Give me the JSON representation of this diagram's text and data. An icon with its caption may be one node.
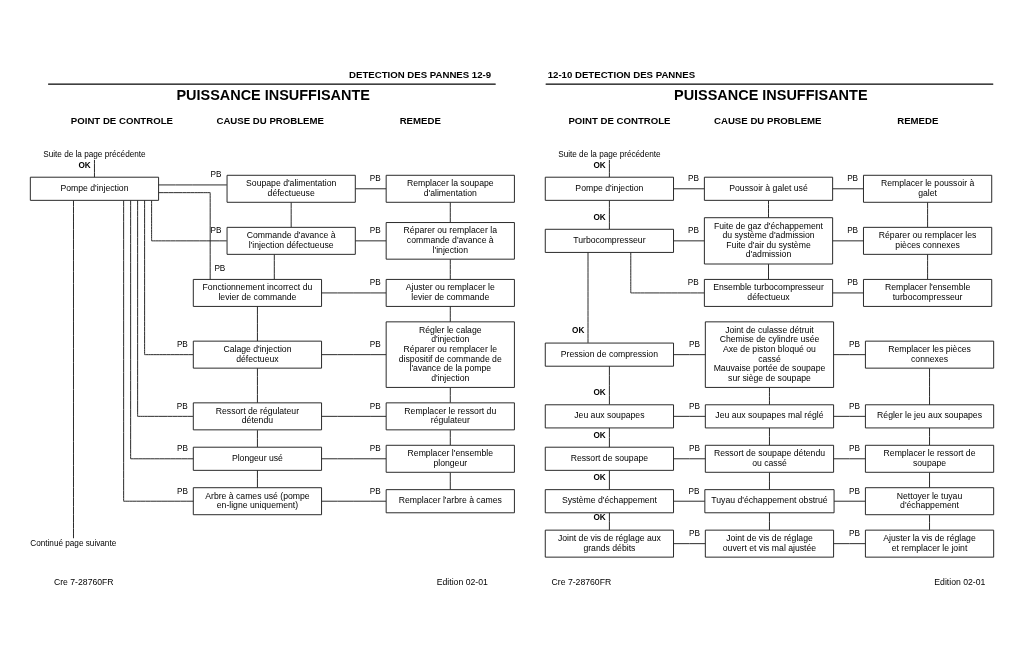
{
  "diagram": {
    "nodes": [
      {
        "text": [
          "Suite de la page précédente"
        ]
      },
      {
        "text": [
          "Pompe d'injection"
        ]
      },
      {
        "text": [
          "Soupape d'alimentation défectueuse"
        ]
      },
      {
        "text": [
          "Remplacer la soupape d'alimentation"
        ]
      },
      {
        "text": [
          "Commande d'avance à l'injection défectueuse"
        ]
      },
      {
        "text": [
          "Réparer ou remplacer la commande d'avance à l'injection"
        ]
      },
      {
        "text": [
          "Fonctionnement incorrect du levier de commande"
        ]
      },
      {
        "text": [
          "Ajuster ou remplacer le levier de commande"
        ]
      },
      {
        "text": [
          "Calage d'injection défectueux"
        ]
      },
      {
        "text": [
          "Régler le calage d'injection",
          "Réparer ou remplacer le dispositif de commande de l'avance de la pompe d'injection"
        ]
      },
      {
        "text": [
          "Ressort de régulateur détendu"
        ]
      },
      {
        "text": [
          "Remplacer le ressort du régulateur"
        ]
      },
      {
        "text": [
          "Plongeur usé"
        ]
      },
      {
        "text": [
          "Remplacer l'ensemble plongeur"
        ]
      },
      {
        "text": [
          "Arbre à cames usé (pompe en-ligne uniquement)"
        ]
      },
      {
        "text": [
          "Remplacer l'arbre à cames"
        ]
      },
      {
        "text": [
          "Continué page suivante"
        ]
      },
      {
        "text": [
          "Suite de la page précédente"
        ]
      },
      {
        "text": [
          "Pompe d'injection"
        ]
      },
      {
        "text": [
          "Poussoir à galet usé"
        ]
      },
      {
        "text": [
          "Remplacer le poussoir à galet"
        ]
      },
      {
        "text": [
          "Turbocompresseur"
        ]
      },
      {
        "text": [
          "Fuite de gaz d'échappement du système d'admission",
          "Fuite d'air du système d'admission"
        ]
      },
      {
        "text": [
          "Réparer ou remplacer les pièces connexes"
        ]
      },
      {
        "text": [
          "Ensemble turbocompresseur défectueux"
        ]
      },
      {
        "text": [
          "Remplacer l'ensemble turbocompresseur"
        ]
      },
      {
        "text": [
          "Pression de compression"
        ]
      },
      {
        "text": [
          "Joint de culasse détruit",
          "Chemise de cylindre usée",
          "Axe de piston bloqué ou cassé",
          "Mauvaise portée de soupape sur siège de soupape"
        ]
      },
      {
        "text": [
          "Remplacer les pièces connexes"
        ]
      },
      {
        "text": [
          "Jeu aux soupapes"
        ]
      },
      {
        "text": [
          "Jeu aux soupapes mal réglé"
        ]
      },
      {
        "text": [
          "Régler le jeu aux soupapes"
        ]
      },
      {
        "text": [
          "Ressort de soupape"
        ]
      },
      {
        "text": [
          "Ressort de soupape détendu ou cassé"
        ]
      },
      {
        "text": [
          "Remplacer le ressort de soupape"
        ]
      },
      {
        "text": [
          "Système d'échappement"
        ]
      },
      {
        "text": [
          "Tuyau d'échappement obstrué"
        ]
      },
      {
        "text": [
          "Nettoyer le tuyau d'échappement"
        ]
      },
      {
        "text": [
          "Joint de vis de réglage aux grands débits"
        ]
      },
      {
        "text": [
          "Joint de vis de réglage ouvert et vis mal ajustée"
        ]
      },
      {
        "text": [
          "Ajuster la vis de réglage et remplacer le joint"
        ]
      }
    ],
    "edges": [
      {
        "from": 0,
        "to": 1,
        "arrow": "none",
        "label": "OK"
      },
      {
        "from": 1,
        "to": 2,
        "arrow": "none",
        "label": "PB"
      },
      {
        "from": 2,
        "to": 3,
        "arrow": "none",
        "label": "PB"
      },
      {
        "from": 1,
        "to": 4,
        "arrow": "none",
        "label": "PB"
      },
      {
        "from": 4,
        "to": 5,
        "arrow": "none",
        "label": "PB"
      },
      {
        "from": 1,
        "to": 6,
        "arrow": "none",
        "label": "PB"
      },
      {
        "from": 6,
        "to": 7,
        "arrow": "none",
        "label": "PB"
      },
      {
        "from": 1,
        "to": 8,
        "arrow": "none",
        "label": "PB"
      },
      {
        "from": 8,
        "to": 9,
        "arrow": "none",
        "label": "PB"
      },
      {
        "from": 1,
        "to": 10,
        "arrow": "none",
        "label": "PB"
      },
      {
        "from": 10,
        "to": 11,
        "arrow": "none",
        "label": "PB"
      },
      {
        "from": 1,
        "to": 12,
        "arrow": "none",
        "label": "PB"
      },
      {
        "from": 12,
        "to": 13,
        "arrow": "none",
        "label": "PB"
      },
      {
        "from": 1,
        "to": 14,
        "arrow": "none",
        "label": "PB"
      },
      {
        "from": 14,
        "to": 15,
        "arrow": "none",
        "label": "PB"
      },
      {
        "from": 1,
        "to": 16,
        "arrow": "none"
      },
      {
        "from": 2,
        "to": 4,
        "arrow": "none"
      },
      {
        "from": 4,
        "to": 6,
        "arrow": "none"
      },
      {
        "from": 6,
        "to": 8,
        "arrow": "none"
      },
      {
        "from": 8,
        "to": 10,
        "arrow": "none"
      },
      {
        "from": 10,
        "to": 12,
        "arrow": "none"
      },
      {
        "from": 12,
        "to": 14,
        "arrow": "none"
      },
      {
        "from": 3,
        "to": 5,
        "arrow": "none"
      },
      {
        "from": 5,
        "to": 7,
        "arrow": "none"
      },
      {
        "from": 7,
        "to": 9,
        "arrow": "none"
      },
      {
        "from": 9,
        "to": 11,
        "arrow": "none"
      },
      {
        "from": 11,
        "to": 13,
        "arrow": "none"
      },
      {
        "from": 13,
        "to": 15,
        "arrow": "none"
      },
      {
        "from": 17,
        "to": 18,
        "arrow": "none",
        "label": "OK"
      },
      {
        "from": 18,
        "to": 19,
        "arrow": "none",
        "label": "PB"
      },
      {
        "from": 19,
        "to": 20,
        "arrow": "none",
        "label": "PB"
      },
      {
        "from": 18,
        "to": 21,
        "arrow": "none",
        "label": "OK"
      },
      {
        "from": 21,
        "to": 22,
        "arrow": "none",
        "label": "PB"
      },
      {
        "from": 22,
        "to": 23,
        "arrow": "none",
        "label": "PB"
      },
      {
        "from": 21,
        "to": 24,
        "arrow": "none",
        "label": "PB"
      },
      {
        "from": 24,
        "to": 25,
        "arrow": "none",
        "label": "PB"
      },
      {
        "from": 21,
        "to": 26,
        "arrow": "none",
        "label": "OK"
      },
      {
        "from": 26,
        "to": 27,
        "arrow": "none",
        "label": "PB"
      },
      {
        "from": 27,
        "to": 28,
        "arrow": "none",
        "label": "PB"
      },
      {
        "from": 26,
        "to": 29,
        "arrow": "none",
        "label": "OK"
      },
      {
        "from": 29,
        "to": 30,
        "arrow": "none",
        "label": "PB"
      },
      {
        "from": 30,
        "to": 31,
        "arrow": "none",
        "label": "PB"
      },
      {
        "from": 29,
        "to": 32,
        "arrow": "none",
        "label": "OK"
      },
      {
        "from": 32,
        "to": 33,
        "arrow": "none",
        "label": "PB"
      },
      {
        "from": 33,
        "to": 34,
        "arrow": "none",
        "label": "PB"
      },
      {
        "from": 32,
        "to": 35,
        "arrow": "none",
        "label": "OK"
      },
      {
        "from": 35,
        "to": 36,
        "arrow": "none",
        "label": "PB"
      },
      {
        "from": 36,
        "to": 37,
        "arrow": "none",
        "label": "PB"
      },
      {
        "from": 35,
        "to": 38,
        "arrow": "none",
        "label": "OK"
      },
      {
        "from": 38,
        "to": 39,
        "arrow": "none",
        "label": "PB"
      },
      {
        "from": 39,
        "to": 40,
        "arrow": "none",
        "label": "PB"
      },
      {
        "from": 19,
        "to": 22,
        "arrow": "none"
      },
      {
        "from": 22,
        "to": 24,
        "arrow": "none"
      },
      {
        "from": 27,
        "to": 30,
        "arrow": "none"
      },
      {
        "from": 30,
        "to": 33,
        "arrow": "none"
      },
      {
        "from": 33,
        "to": 36,
        "arrow": "none"
      },
      {
        "from": 36,
        "to": 39,
        "arrow": "none"
      },
      {
        "from": 20,
        "to": 23,
        "arrow": "none"
      },
      {
        "from": 23,
        "to": 25,
        "arrow": "none"
      },
      {
        "from": 28,
        "to": 31,
        "arrow": "none"
      },
      {
        "from": 31,
        "to": 34,
        "arrow": "none"
      },
      {
        "from": 34,
        "to": 37,
        "arrow": "none"
      },
      {
        "from": 37,
        "to": 40,
        "arrow": "none"
      }
    ],
    "labels": [
      "DETECTION DES PANNES 12-9",
      "PUISSANCE INSUFFISANTE",
      "POINT DE CONTROLE",
      "CAUSE DU PROBLEME",
      "REMEDE",
      "Cre 7-28760FR",
      "Edition 02-01",
      "12-10 DETECTION DES PANNES",
      "PUISSANCE INSUFFISANTE",
      "POINT DE CONTROLE",
      "CAUSE DU PROBLEME",
      "REMEDE",
      "Cre 7-28760FR",
      "Edition 02-01"
    ]
  }
}
